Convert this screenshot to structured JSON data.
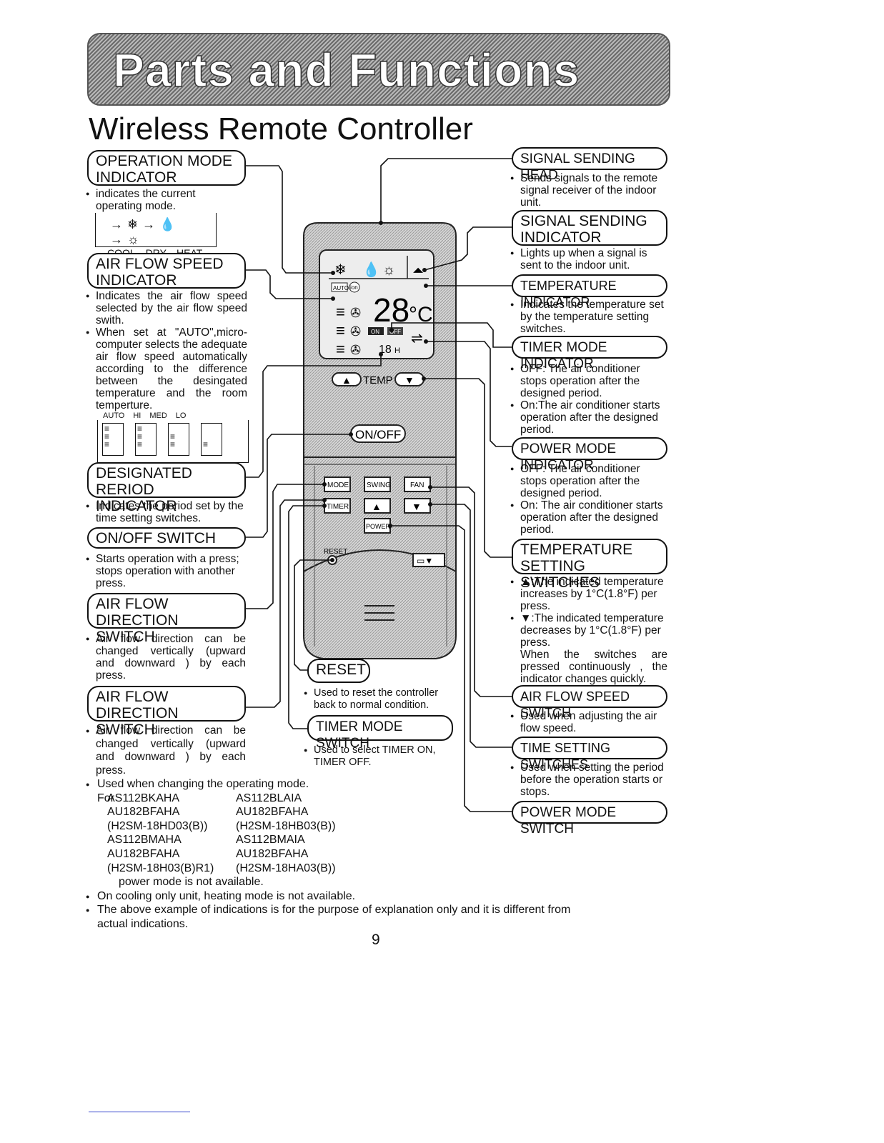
{
  "header": {
    "title": "Parts and Functions",
    "subtitle": "Wireless Remote Controller"
  },
  "labels": {
    "operation_mode_indicator": "OPERATION MODE INDICATOR",
    "air_flow_speed_indicator": "AIR FLOW SPEED INDICATOR",
    "designated_period_indicator": "DESIGNATED RERIOD INDICATOR",
    "on_off_switch": "ON/OFF SWITCH",
    "air_flow_direction_switch_1": "AIR FLOW DIRECTION SWITCH",
    "air_flow_direction_switch_2": "AIR FLOW DIRECTION SWITCH",
    "signal_sending_head": "SIGNAL SENDING HEAD",
    "signal_sending_indicator": "SIGNAL SENDING INDICATOR",
    "temperature_indicator": "TEMPERATURE INDICATOR",
    "timer_mode_indicator": "TIMER MODE INDICATOR",
    "power_mode_indicator": "POWER MODE INDICATOR",
    "temperature_setting_switches": "TEMPERATURE SETTING SWITCHES",
    "air_flow_speed_switch": "AIR FLOW SPEED SWITCH",
    "time_setting_switches": "TIME SETTING SWITCHES",
    "power_mode_switch": "POWER MODE SWITCH",
    "reset": "RESET",
    "timer_mode_switch": "TIMER MODE SWITCH"
  },
  "descriptions": {
    "operation_mode": "indicates the current operating mode.",
    "air_flow_speed_1": "Indicates the air flow speed selected by the air flow speed swith.",
    "air_flow_speed_2": "When set at \"AUTO\",micro-computer selects the adequate air flow speed automatically according to the difference between the desingated temperature and the room temperture.",
    "designated_period": "Indicates the period set by the time setting switches.",
    "on_off_switch": "Starts operation with a press; stops operation with another press.",
    "air_flow_direction_1": "Air flow direction can be changed vertically (upward and downward ) by each press.",
    "air_flow_direction_2": "Air flow direction can be changed vertically (upward and downward ) by each press.",
    "signal_sending_head": "Sends signals to the remote signal receiver of the indoor unit.",
    "signal_sending_indicator": "Lights up when a signal is sent to the indoor unit.",
    "temperature_indicator": "Indicates the temperature set by the temperature setting switches.",
    "timer_mode_off": "OFF: The air conditioner stops operation after the designed period.",
    "timer_mode_on": "On:The air conditioner starts operation after the designed period.",
    "power_mode_off": "OFF: The air conditioner stops operation after the designed period.",
    "power_mode_on": "On: The air conditioner starts operation after the designed period.",
    "temp_up": "▲:The indicated temperature increases by 1°C(1.8°F) per press.",
    "temp_down": "▼:The indicated temperature decreases by 1°C(1.8°F) per press.",
    "temp_continuous": "When the switches are pressed continuously , the indicator changes quickly.",
    "reset": "Used to reset the controller back to normal condition.",
    "timer_mode_switch": "Used to select TIMER ON, TIMER OFF.",
    "air_flow_speed_switch": "Used when adjusting the air flow speed.",
    "time_setting_switches": "Used when setting the period before the operation starts or stops."
  },
  "mode_legend": {
    "cool": "COOL",
    "dry": "DRY",
    "heat": "HEAT"
  },
  "fan_legend": {
    "auto": "AUTO",
    "hi": "HI",
    "med": "MED",
    "lo": "LO"
  },
  "remote": {
    "display_temp": "28",
    "display_unit": "°C",
    "timer_digits": "18",
    "timer_unit": "H",
    "on_tag": "ON",
    "off_tag": "OFF",
    "auto_tag": "AUTO",
    "ion_tag": "ion",
    "temp_label": "TEMP",
    "on_off_button": "ON/OFF",
    "mode_button": "MODE",
    "swing_button": "SWING",
    "fan_button": "FAN",
    "timer_button": "TIMER",
    "power_button": "POWER",
    "reset_label": "RESET"
  },
  "notes": {
    "changing_mode": "Used when changing the operating mode.",
    "for_prefix": "For",
    "models": [
      [
        "AS112BKAHA",
        "AS112BLAIA"
      ],
      [
        "AU182BFAHA",
        "AU182BFAHA"
      ],
      [
        "(H2SM-18HD03(B))",
        "(H2SM-18HB03(B))"
      ],
      [
        "AS112BMAHA",
        "AS112BMAIA"
      ],
      [
        "AU182BFAHA",
        "AU182BFAHA"
      ],
      [
        "(H2SM-18H03(B)R1)",
        "(H2SM-18HA03(B))"
      ]
    ],
    "power_mode_na": "power mode is not available.",
    "cooling_only": "On cooling only unit, heating mode is not available.",
    "example": "The above example of indications is for the purpose of explanation only and it is different from actual indications."
  },
  "page_number": "9"
}
